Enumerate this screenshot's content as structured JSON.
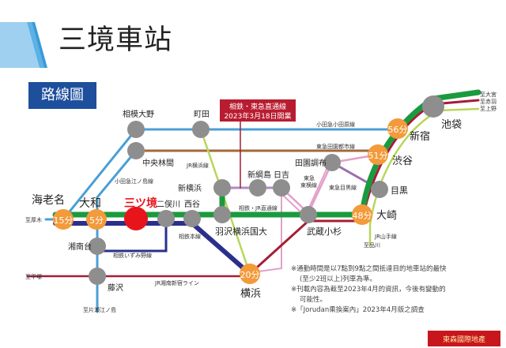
{
  "header": {
    "title": "三境車站",
    "section": "路線圖"
  },
  "announcement": {
    "line1": "相鉄・東急直通線",
    "line2": "2023年3月18日開業"
  },
  "stations": {
    "ebina": "海老名",
    "yamato": "大和",
    "mitsukyo": "三ツ境",
    "futamatagawa": "二俣川",
    "nishiya": "西谷",
    "hazawa": "羽沢横浜国大",
    "shinyokohama": "新横浜",
    "shintsunashima": "新綱島",
    "hiyoshi": "日吉",
    "musashikosugi": "武蔵小杉",
    "denenchofu": "田園調布",
    "meguro": "目黒",
    "osaki": "大崎",
    "shibuya": "渋谷",
    "shinjuku": "新宿",
    "ikebukuro": "池袋",
    "sagamiono": "相模大野",
    "chuorinkan": "中央林間",
    "machida": "町田",
    "shonandai": "湘南台",
    "fujisawa": "藤沢",
    "yokohama": "横浜"
  },
  "times": {
    "ebina": "15分",
    "yamato": "5分",
    "yokohama": "20分",
    "osaki": "48分",
    "shibuya": "51分",
    "shinjuku": "56分"
  },
  "lines": {
    "odakyu_odawara": "小田急小田原線",
    "denentoshi": "東急田園都市線",
    "odakyu_enoshima": "小田急江ノ島線",
    "jr_yokohama": "JR横浜線",
    "sotetsu_jr": "相鉄・JR直通線",
    "toyoko": "東急\n東横線",
    "toyoko_1": "東急",
    "toyoko_2": "東横線",
    "meguro": "東急目黒線",
    "sotetsu_main": "相鉄本線",
    "izumino": "相鉄いずみ野線",
    "shonan_shinjuku": "JR湘南新宿ライン",
    "yamanote": "JR山手線"
  },
  "destinations": {
    "atsugi": "至厚木",
    "hiratsuka": "至平塚",
    "katasegawa": "至片瀬江ノ島",
    "omiya": "至大宮",
    "akabane": "至赤羽",
    "ueno": "至上野",
    "shinagawa": "至品川"
  },
  "notes": [
    "※通勤時間是以7點到9點之間抵達目的地車站的最快",
    "(至少2班以上)列車為準。",
    "※刊載內容為截至2023年4月的資訊，今後有變動的",
    "可能性。",
    "※「Jorudan乘換案內」2023年4月版之調查"
  ],
  "logo": "東森國際地產",
  "colors": {
    "green": "#1a9a3e",
    "navy": "#2b2f8c",
    "odakyu": "#4b9fd5",
    "denentoshi": "#a06a3c",
    "maroon": "#a41d36",
    "pink": "#e2a0c8",
    "purple": "#9a6cb0",
    "yellowgreen": "#b8d65a",
    "orange": "#f39a3a",
    "red": "#e8141b",
    "gray": "#8e8e8e"
  }
}
